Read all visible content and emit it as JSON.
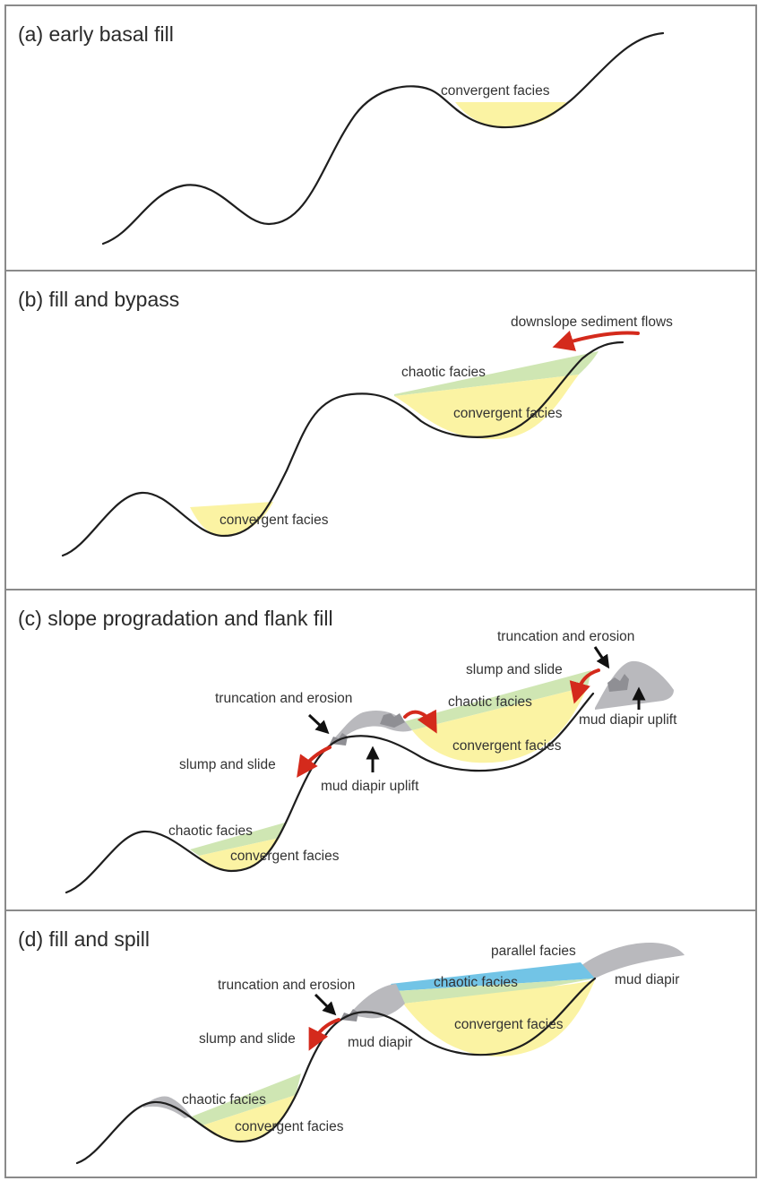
{
  "panels": [
    {
      "title": "(a) early basal fill",
      "labels": {
        "convergent": "convergent facies"
      }
    },
    {
      "title": "(b) fill and bypass",
      "labels": {
        "flows": "downslope sediment flows",
        "chaotic": "chaotic facies",
        "convergent_upper": "convergent facies",
        "convergent_lower": "convergent facies"
      }
    },
    {
      "title": "(c) slope progradation and flank fill",
      "labels": {
        "truncation_right": "truncation and erosion",
        "slump_right": "slump and slide",
        "chaotic_upper": "chaotic facies",
        "uplift_right": "mud diapir uplift",
        "convergent_upper": "convergent facies",
        "truncation_left": "truncation and erosion",
        "slump_left": "slump and slide",
        "uplift_left": "mud diapir uplift",
        "chaotic_lower": "chaotic facies",
        "convergent_lower": "convergent facies"
      }
    },
    {
      "title": "(d) fill and spill",
      "labels": {
        "parallel": "parallel facies",
        "truncation": "truncation and erosion",
        "chaotic_upper": "chaotic facies",
        "diapir_right": "mud diapir",
        "convergent_upper": "convergent facies",
        "slump": "slump and slide",
        "diapir_left": "mud diapir",
        "chaotic_lower": "chaotic facies",
        "convergent_lower": "convergent facies"
      }
    }
  ],
  "colors": {
    "convergent_fill": "#fbf3a3",
    "chaotic_fill": "#cfe6b3",
    "parallel_fill": "#72c4e6",
    "diapir_fill": "#b9b9bd",
    "arrow_red": "#d42a1c",
    "arrow_black": "#111111"
  }
}
